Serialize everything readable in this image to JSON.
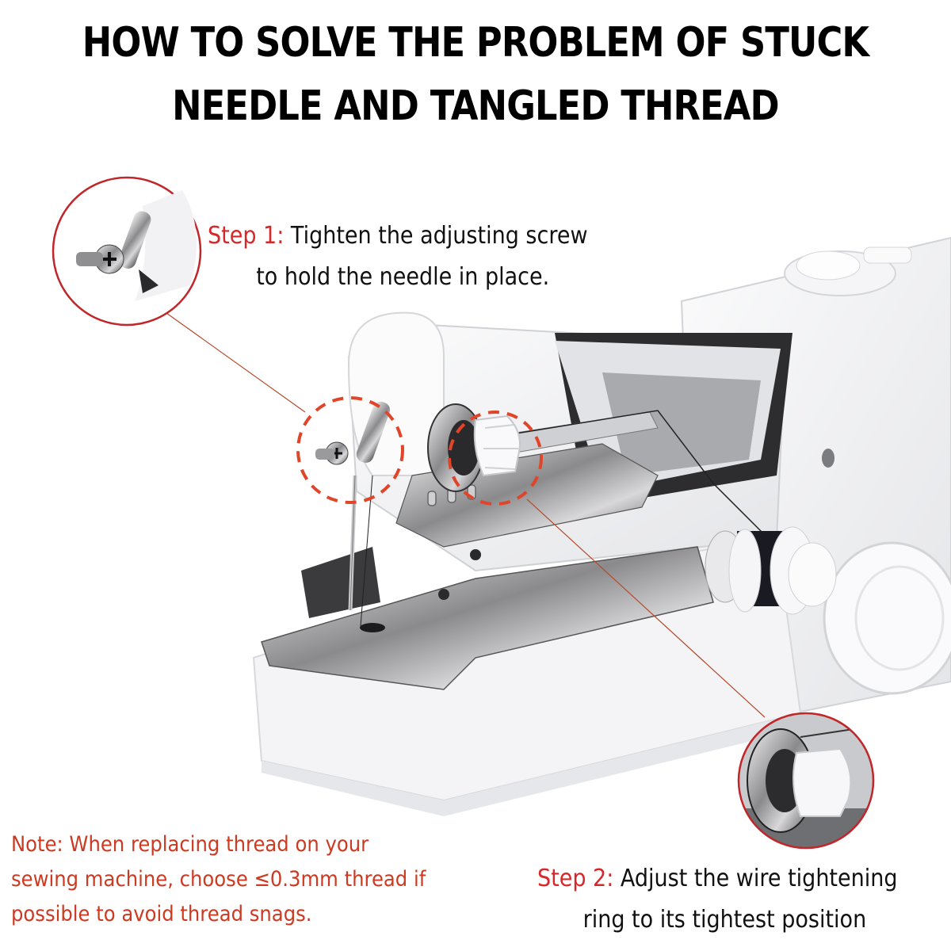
{
  "title": {
    "line1": "HOW TO SOLVE THE PROBLEM OF STUCK",
    "line2": "NEEDLE AND TANGLED THREAD"
  },
  "step1": {
    "label": "Step 1:",
    "line1": " Tighten the adjusting screw",
    "line2": "to hold the needle in place.",
    "callout_icon": "adjusting-screw-closeup"
  },
  "step2": {
    "label": "Step 2:",
    "line1": " Adjust the wire tightening",
    "line2": "ring to its tightest position",
    "callout_icon": "tension-ring-closeup"
  },
  "note": {
    "line1": "Note: When replacing thread on your",
    "line2": "sewing machine, choose ≤0.3mm thread if",
    "line3": "possible to avoid thread snags."
  },
  "colors": {
    "step_label": "#d8272a",
    "note_text": "#cc3a22",
    "callout_ring": "#c0262a",
    "dashed_ring": "#e0452a",
    "title": "#000000"
  },
  "product": {
    "name": "handheld-sewing-machine",
    "thread_color": "black"
  }
}
